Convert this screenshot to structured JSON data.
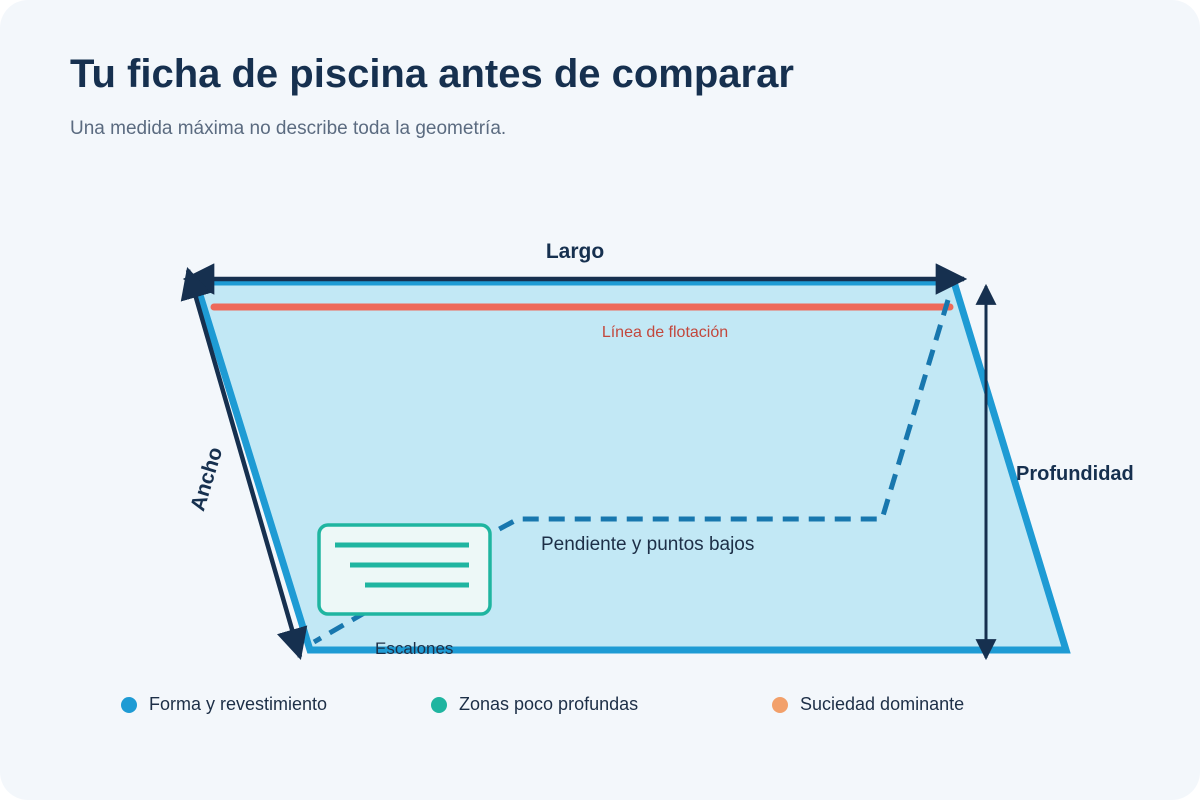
{
  "header": {
    "title": "Tu ficha de piscina antes de comparar",
    "subtitle": "Una medida máxima no describe toda la geometría."
  },
  "diagram": {
    "labels": {
      "largo": "Largo",
      "ancho": "Ancho",
      "profundidad": "Profundidad",
      "flotacion": "Línea de flotación",
      "pendiente": "Pendiente y puntos bajos",
      "escalones": "Escalones"
    },
    "colors": {
      "water_fill": "#c2e8f5",
      "pool_outline": "#1e9bd4",
      "dimension": "#16304f",
      "flotation": "#ee6a5a",
      "flotation_text": "#c2473c",
      "profile": "#1877ae",
      "steps": "#1fb5a0"
    }
  },
  "legend": {
    "items": [
      {
        "label": "Forma y revestimiento",
        "color": "#1e9bd4"
      },
      {
        "label": "Zonas poco profundas",
        "color": "#1fb5a0"
      },
      {
        "label": "Suciedad dominante",
        "color": "#f2a06a"
      }
    ]
  }
}
